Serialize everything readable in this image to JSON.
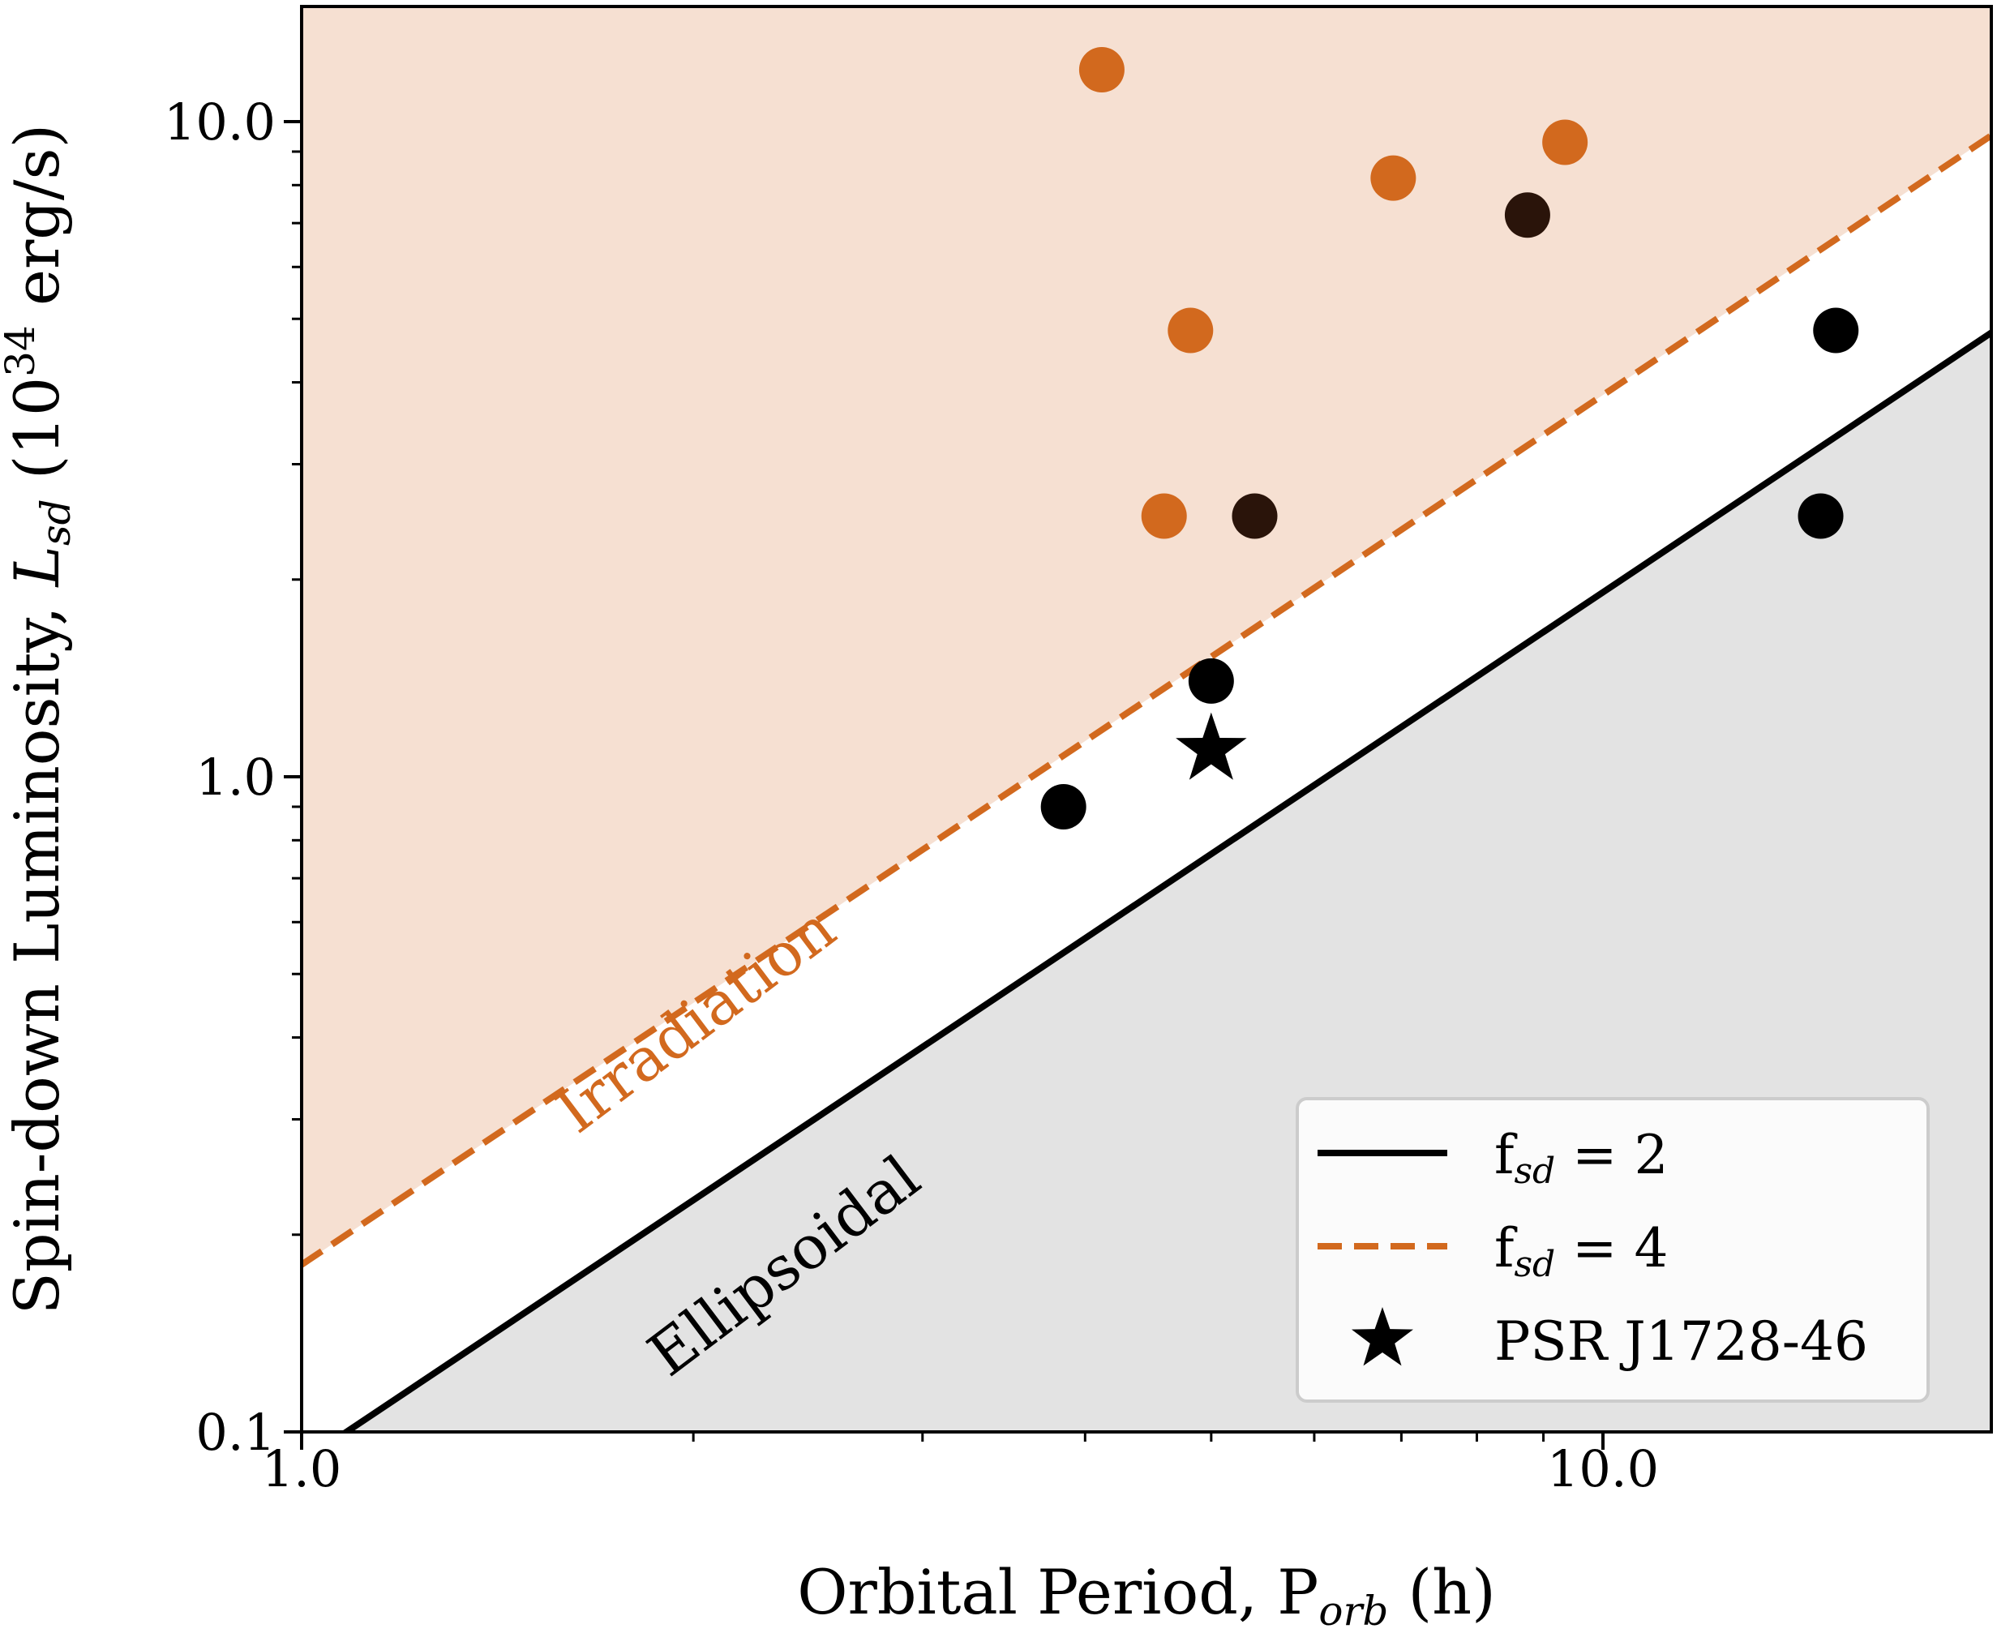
{
  "chart_data": {
    "type": "scatter",
    "x_scale": "log",
    "y_scale": "log",
    "xlim": [
      1.0,
      20.0
    ],
    "ylim": [
      0.1,
      15.0
    ],
    "xlabel": "Orbital Period, P",
    "xlabel_sub": "orb",
    "xlabel_tail": " (h)",
    "ylabel": "Spin-down Luminosity, ",
    "ylabel_sym": "L",
    "ylabel_sub": "sd",
    "ylabel_tail": " (10",
    "ylabel_sup": "34",
    "ylabel_end": " erg/s)",
    "x_ticks": [
      "1.0",
      "10.0"
    ],
    "y_ticks": [
      "0.1",
      "1.0",
      "10.0"
    ],
    "colors": {
      "orange": "#d2691e",
      "irradiation_fill": "#f6e0d2",
      "ellipsoidal_fill": "#e3e3e3",
      "dark_brown": "#2a140a",
      "black": "#000000"
    },
    "lines": [
      {
        "name": "fsd2",
        "style": "solid",
        "color": "#000000",
        "points": [
          [
            1.0,
            0.09
          ],
          [
            20.0,
            4.8
          ]
        ]
      },
      {
        "name": "fsd4",
        "style": "dashed",
        "color": "#d2691e",
        "points": [
          [
            1.0,
            0.18
          ],
          [
            20.0,
            9.6
          ]
        ]
      }
    ],
    "regions": [
      {
        "label": "Irradiation",
        "color": "#d2691e"
      },
      {
        "label": "Ellipsoidal",
        "color": "#000000"
      }
    ],
    "series": [
      {
        "color": "#d2691e",
        "points": [
          [
            4.12,
            12.0
          ],
          [
            4.6,
            2.5
          ],
          [
            4.82,
            4.8
          ],
          [
            6.9,
            8.2
          ],
          [
            9.35,
            9.3
          ]
        ]
      },
      {
        "color": "#2a140a",
        "points": [
          [
            5.4,
            2.5
          ],
          [
            8.75,
            7.2
          ]
        ]
      },
      {
        "color": "#000000",
        "points": [
          [
            3.85,
            0.9
          ],
          [
            5.0,
            1.4
          ],
          [
            14.7,
            2.5
          ],
          [
            15.1,
            4.8
          ]
        ]
      }
    ],
    "star": {
      "label": "PSR J1728-46",
      "x": 5.0,
      "y": 1.1
    },
    "legend": {
      "position": "lower-right",
      "entries": [
        {
          "prefix": "f",
          "sub": "sd",
          "text": " = 2",
          "style": "solid",
          "color": "#000000"
        },
        {
          "prefix": "f",
          "sub": "sd",
          "text": " = 4",
          "style": "dashed",
          "color": "#d2691e"
        },
        {
          "prefix": "",
          "sub": "",
          "text": "PSR J1728-46",
          "style": "star",
          "color": "#000000"
        }
      ]
    }
  }
}
